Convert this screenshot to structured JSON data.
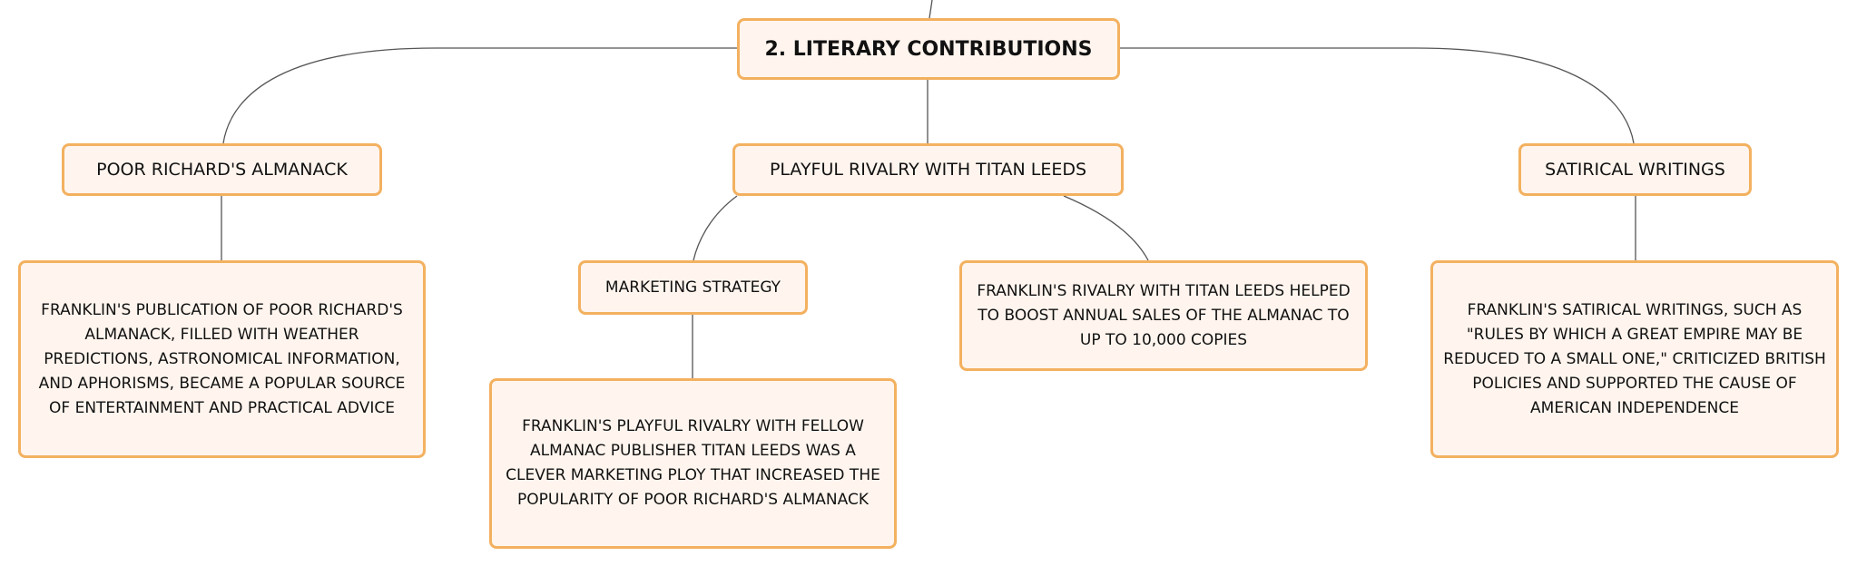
{
  "mindmap": {
    "root": {
      "label": "2. Literary Contributions"
    },
    "branches": {
      "almanack": {
        "label": "Poor Richard's Almanack",
        "detail": "Franklin's publication of Poor Richard's Almanack, filled with weather predictions, astronomical information, and aphorisms, became a popular source of entertainment and practical advice"
      },
      "rivalry": {
        "label": "Playful Rivalry with Titan Leeds",
        "marketing": {
          "label": "Marketing Strategy",
          "detail": "Franklin's playful rivalry with fellow almanac publisher Titan Leeds was a clever marketing ploy that increased the popularity of Poor Richard's Almanack"
        },
        "sales_detail": "Franklin's rivalry with Titan Leeds helped to boost annual sales of the almanac to up to 10,000 copies"
      },
      "satire": {
        "label": "Satirical Writings",
        "detail": "Franklin's satirical writings, such as \"Rules by Which a Great Empire May Be Reduced to a Small One,\" criticized British policies and supported the cause of American independence"
      }
    }
  },
  "colors": {
    "node_fill": "#fff5ee",
    "node_border": "#f3b160",
    "connector": "#555555"
  }
}
